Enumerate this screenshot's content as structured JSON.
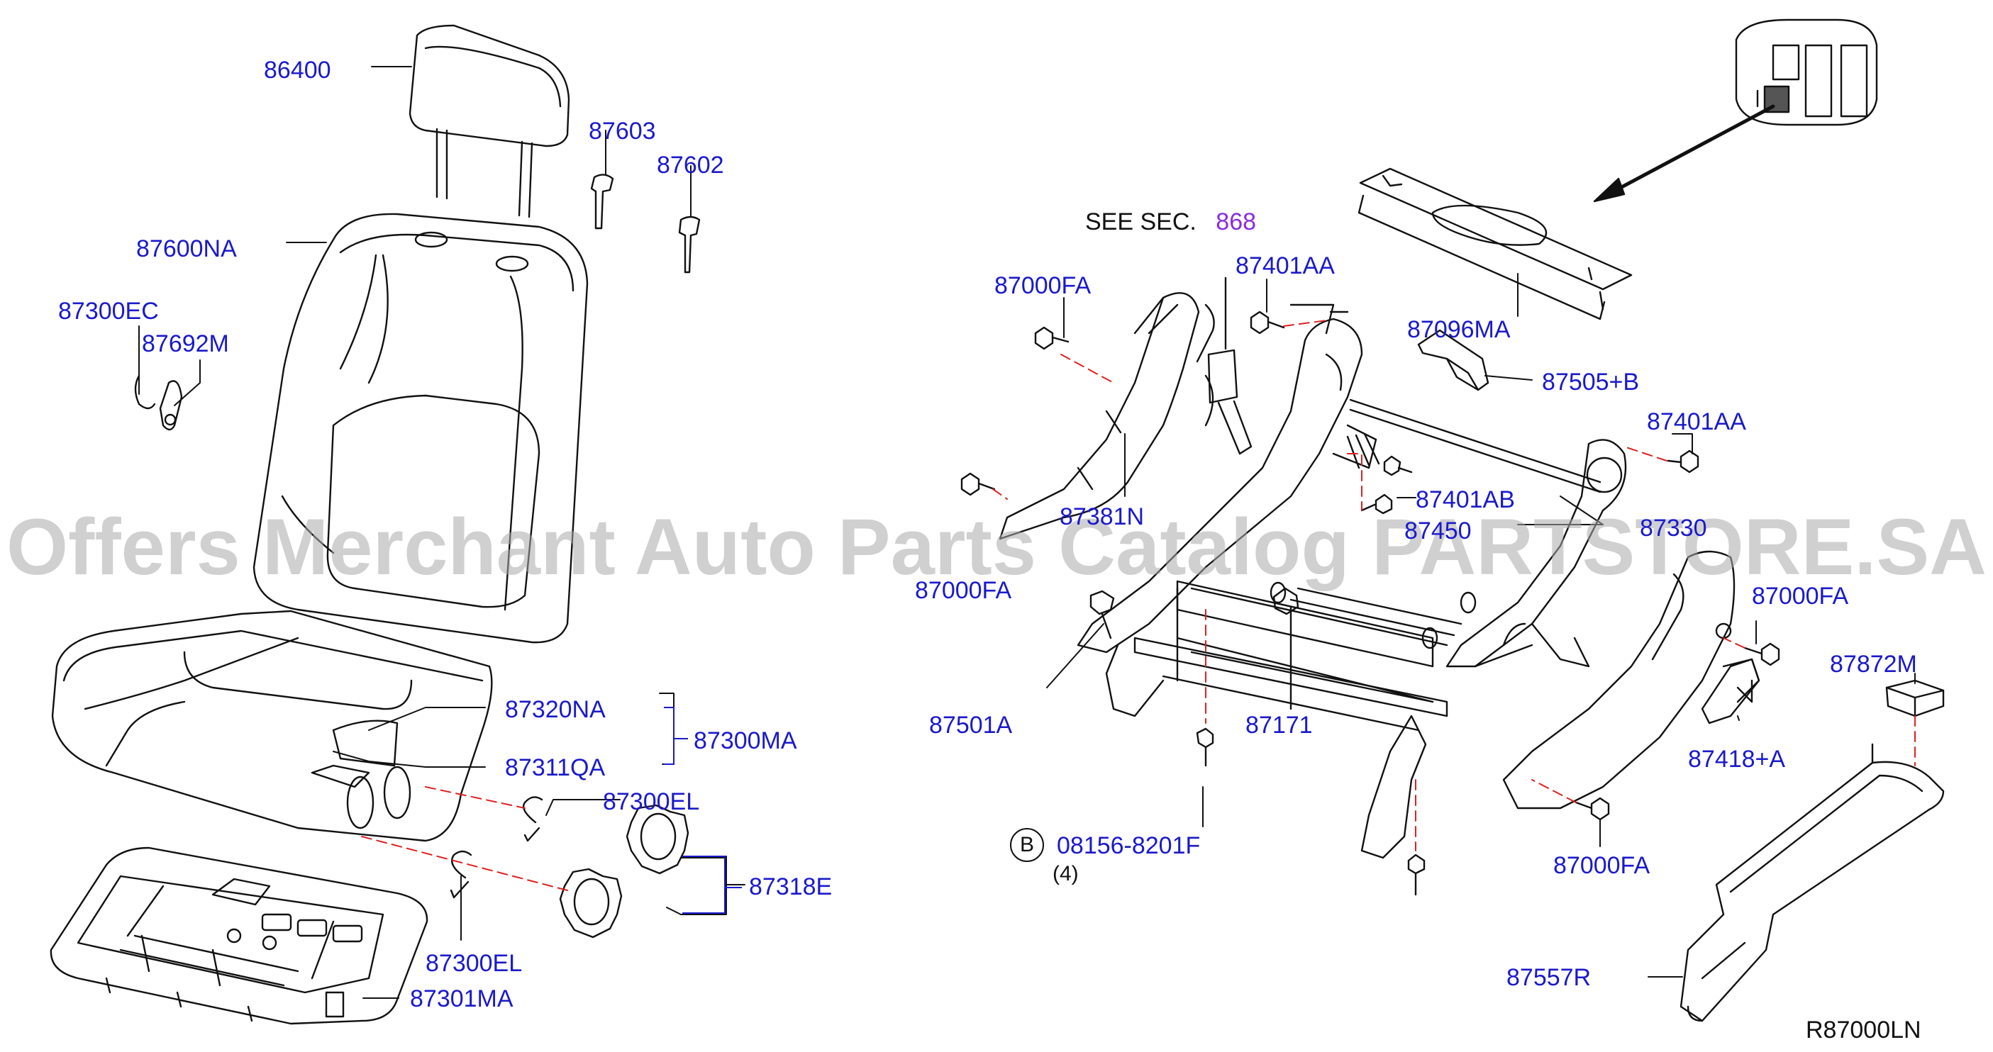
{
  "diagram": {
    "ref_code": "R87000LN",
    "watermark": "Offers Merchant Auto Parts Catalog PARTSTORE.SA",
    "see_section": {
      "prefix": "SEE   SEC.",
      "number": "868",
      "link_color": "#8a2be2"
    },
    "label_color": "#1a1acc",
    "callouts": {
      "p86400": "86400",
      "p87603": "87603",
      "p87602": "87602",
      "p87600NA": "87600NA",
      "p87300EC": "87300EC",
      "p87692M": "87692M",
      "p87320NA": "87320NA",
      "p87300MA": "87300MA",
      "p87311QA": "87311QA",
      "p87300EL_a": "87300EL",
      "p87318E": "87318E",
      "p87300EL_b": "87300EL",
      "p87301MA": "87301MA",
      "p87000FA_1": "87000FA",
      "p87401AA_1": "87401AA",
      "p87096MA": "87096MA",
      "p87505B": "87505+B",
      "p87401AA_2": "87401AA",
      "p87401AB": "87401AB",
      "p87381N": "87381N",
      "p87450": "87450",
      "p87330": "87330",
      "p87000FA_2": "87000FA",
      "p87000FA_3": "87000FA",
      "p87501A": "87501A",
      "p87171": "87171",
      "p87872M": "87872M",
      "p87418A": "87418+A",
      "p08156": "08156-8201F",
      "qty_4": "(4)",
      "p87000FA_4": "87000FA",
      "p87557R": "87557R"
    },
    "b_marker": "B"
  }
}
